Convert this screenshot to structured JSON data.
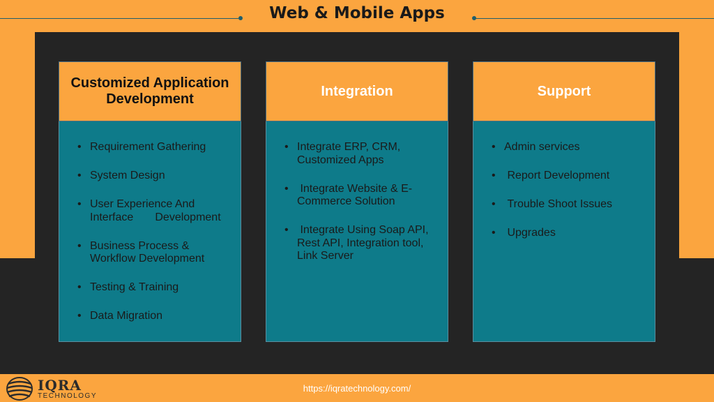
{
  "slide": {
    "title": "Web & Mobile Apps",
    "url": "https://iqratechnology.com/"
  },
  "columns": [
    {
      "header": "Customized Application Development",
      "items": [
        "Requirement Gathering",
        "System Design",
        "User Experience And\nInterface       Development",
        "Business Process &\nWorkflow Development",
        "Testing & Training",
        "Data Migration"
      ]
    },
    {
      "header": "Integration",
      "items": [
        "Integrate ERP, CRM,\nCustomized Apps",
        " Integrate Website & E-\nCommerce Solution",
        " Integrate Using Soap API,\nRest API, Integration tool,\nLink Server"
      ]
    },
    {
      "header": "Support",
      "items": [
        "Admin services",
        " Report Development",
        " Trouble Shoot Issues",
        " Upgrades"
      ]
    }
  ],
  "logo": {
    "name": "IQRA",
    "subtitle": "TECHNOLOGY"
  },
  "colors": {
    "background": "#fba53f",
    "panel": "#242424",
    "column_body": "#0e7b8a",
    "accent_line": "#1f5e6b"
  }
}
